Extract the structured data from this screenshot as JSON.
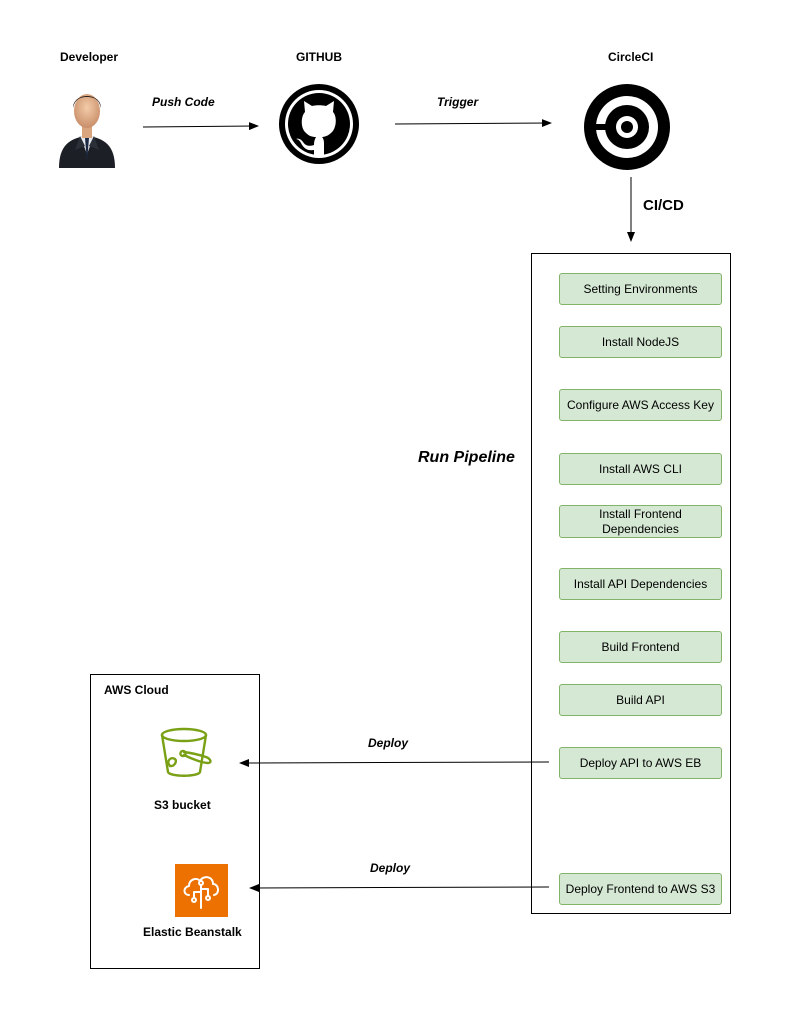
{
  "actors": {
    "developer": "Developer",
    "github": "GITHUB",
    "circleci": "CircleCI"
  },
  "edges": {
    "push_code": "Push Code",
    "trigger": "Trigger",
    "cicd": "CI/CD",
    "deploy_api": "Deploy",
    "deploy_frontend": "Deploy"
  },
  "pipeline": {
    "label": "Run Pipeline",
    "steps": [
      "Setting Environments",
      "Install NodeJS",
      "Configure AWS Access Key",
      "Install AWS CLI",
      "Install Frontend Dependencies",
      "Install API Dependencies",
      "Build Frontend",
      "Build API",
      "Deploy API to AWS EB",
      "Deploy Frontend to AWS S3"
    ]
  },
  "aws": {
    "title": "AWS Cloud",
    "s3": "S3 bucket",
    "eb": "Elastic Beanstalk"
  },
  "colors": {
    "step_fill": "#d5e8d4",
    "step_border": "#82b366",
    "s3_green": "#7aa116",
    "eb_orange": "#ed7100"
  },
  "icons": {
    "developer": "businessman-icon",
    "github": "github-octocat-icon",
    "circleci": "circleci-logo-icon",
    "s3": "s3-bucket-icon",
    "eb": "elastic-beanstalk-icon"
  }
}
